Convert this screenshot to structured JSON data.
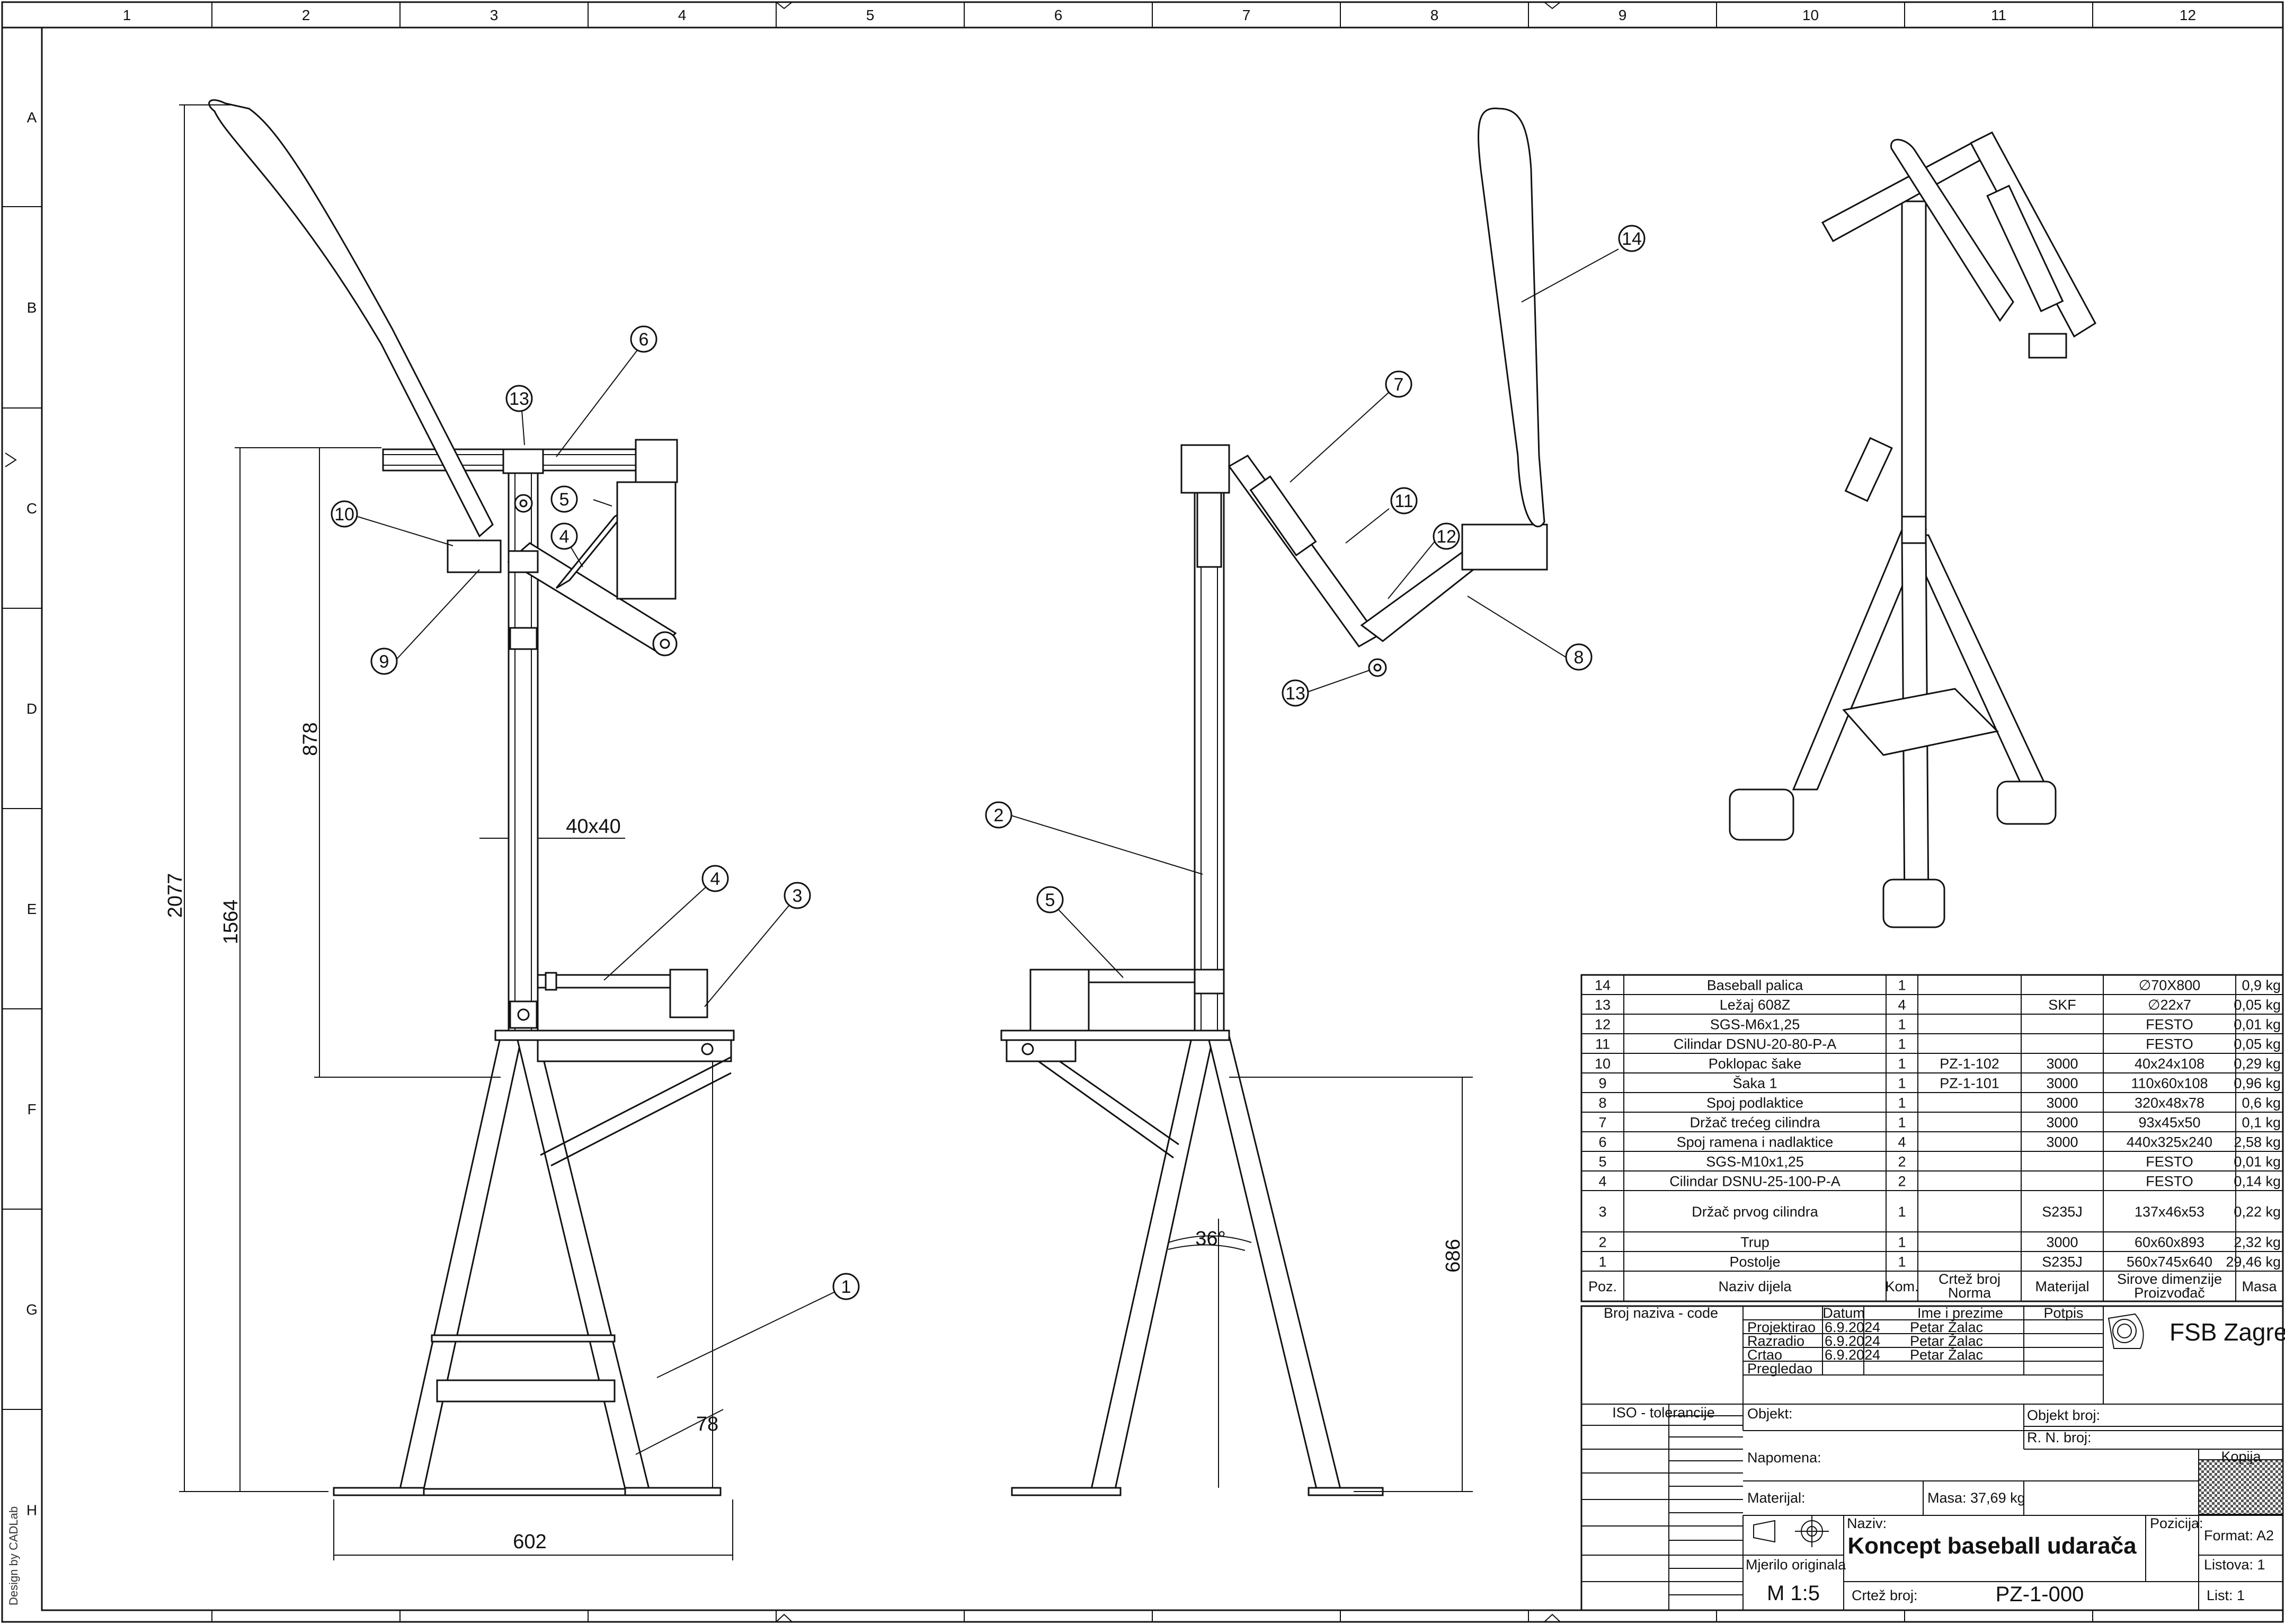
{
  "grid": {
    "columns": [
      "1",
      "2",
      "3",
      "4",
      "5",
      "6",
      "7",
      "8",
      "9",
      "10",
      "11",
      "12"
    ],
    "rows": [
      "A",
      "B",
      "C",
      "D",
      "E",
      "F",
      "G",
      "H"
    ]
  },
  "side_note": "Design by CADLab",
  "dimensions": {
    "overall_height": "2077",
    "column_height": "1564",
    "upper_height": "878",
    "profile": "40x40",
    "base_width": "602",
    "leg_width": "78",
    "angle": "36°",
    "stand_height": "686"
  },
  "balloons": [
    "1",
    "2",
    "3",
    "4",
    "5",
    "6",
    "7",
    "8",
    "9",
    "10",
    "11",
    "12",
    "13",
    "14"
  ],
  "bom": {
    "header": {
      "pos": "Poz.",
      "name": "Naziv dijela",
      "qty": "Kom.",
      "drawing": "Crtež broj",
      "norm": "Norma",
      "material": "Materijal",
      "raw": "Sirove dimenzije",
      "maker": "Proizvođač",
      "mass": "Masa"
    },
    "rows": [
      {
        "pos": "14",
        "name": "Baseball palica",
        "qty": "1",
        "drawing": "",
        "material": "",
        "dims": "∅70X800",
        "mass": "0,9 kg"
      },
      {
        "pos": "13",
        "name": "Ležaj 608Z",
        "qty": "4",
        "drawing": "",
        "material": "SKF",
        "dims": "∅22x7",
        "mass": "0,05 kg"
      },
      {
        "pos": "12",
        "name": "SGS-M6x1,25",
        "qty": "1",
        "drawing": "",
        "material": "",
        "dims": "FESTO",
        "mass": "0,01 kg"
      },
      {
        "pos": "11",
        "name": "Cilindar DSNU-20-80-P-A",
        "qty": "1",
        "drawing": "",
        "material": "",
        "dims": "FESTO",
        "mass": "0,05 kg"
      },
      {
        "pos": "10",
        "name": "Poklopac šake",
        "qty": "1",
        "drawing": "PZ-1-102",
        "material": "3000",
        "dims": "40x24x108",
        "mass": "0,29 kg"
      },
      {
        "pos": "9",
        "name": "Šaka 1",
        "qty": "1",
        "drawing": "PZ-1-101",
        "material": "3000",
        "dims": "110x60x108",
        "mass": "0,96 kg"
      },
      {
        "pos": "8",
        "name": "Spoj podlaktice",
        "qty": "1",
        "drawing": "",
        "material": "3000",
        "dims": "320x48x78",
        "mass": "0,6 kg"
      },
      {
        "pos": "7",
        "name": "Držač trećeg cilindra",
        "qty": "1",
        "drawing": "",
        "material": "3000",
        "dims": "93x45x50",
        "mass": "0,1 kg"
      },
      {
        "pos": "6",
        "name": "Spoj ramena i nadlaktice",
        "qty": "4",
        "drawing": "",
        "material": "3000",
        "dims": "440x325x240",
        "mass": "2,58 kg"
      },
      {
        "pos": "5",
        "name": "SGS-M10x1,25",
        "qty": "2",
        "drawing": "",
        "material": "",
        "dims": "FESTO",
        "mass": "0,01 kg"
      },
      {
        "pos": "4",
        "name": "Cilindar DSNU-25-100-P-A",
        "qty": "2",
        "drawing": "",
        "material": "",
        "dims": "FESTO",
        "mass": "0,14 kg"
      },
      {
        "pos": "3",
        "name": "Držač prvog cilindra",
        "qty": "1",
        "drawing": "",
        "material": "S235J",
        "dims": "137x46x53",
        "mass": "0,22 kg"
      },
      {
        "pos": "2",
        "name": "Trup",
        "qty": "1",
        "drawing": "",
        "material": "3000",
        "dims": "60x60x893",
        "mass": "2,32 kg"
      },
      {
        "pos": "1",
        "name": "Postolje",
        "qty": "1",
        "drawing": "",
        "material": "S235J",
        "dims": "560x745x640",
        "mass": "29,46 kg"
      }
    ]
  },
  "title_block": {
    "code_label": "Broj naziva - code",
    "date_label": "Datum",
    "name_label": "Ime i prezime",
    "sign_label": "Potpis",
    "roles": [
      {
        "role": "Projektirao",
        "date": "6.9.2024",
        "name": "Petar Žalac"
      },
      {
        "role": "Razradio",
        "date": "6.9.2024",
        "name": "Petar Žalac"
      },
      {
        "role": "Crtao",
        "date": "6.9.2024",
        "name": "Petar Žalac"
      },
      {
        "role": "Pregledao",
        "date": "",
        "name": ""
      }
    ],
    "company": "FSB Zagreb",
    "iso_label": "ISO - tolerancije",
    "object_label": "Objekt:",
    "object_no_label": "Objekt broj:",
    "rn_label": "R. N. broj:",
    "note_label": "Napomena:",
    "copy_label": "Kopija",
    "material_label": "Materijal:",
    "mass": "Masa: 37,69 kg",
    "name_field_label": "Naziv:",
    "title": "Koncept baseball udarača",
    "position_label": "Pozicija:",
    "format": "Format: A2",
    "sheets": "Listova:  1",
    "scale_label": "Mjerilo originala",
    "scale": "M 1:5",
    "drawing_no_label": "Crtež broj:",
    "drawing_no": "PZ-1-000",
    "sheet": "List:   1"
  }
}
